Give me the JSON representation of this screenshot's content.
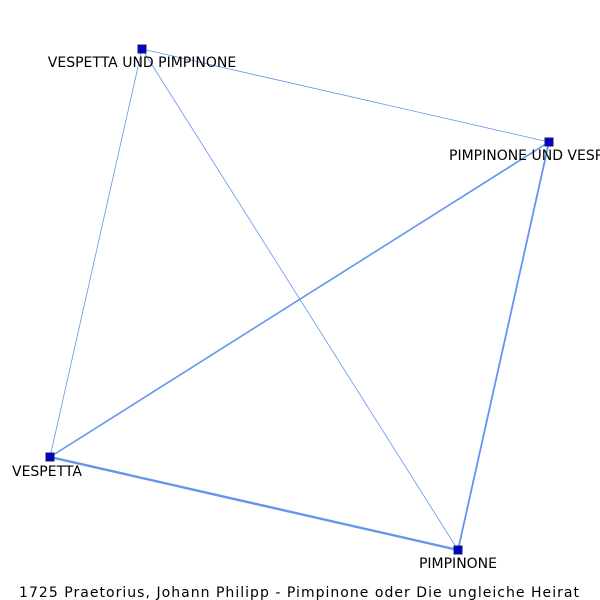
{
  "graph": {
    "nodes": [
      {
        "id": "vup",
        "label": "VESPETTA UND PIMPINONE"
      },
      {
        "id": "puv",
        "label": "PIMPINONE UND VESPETTA"
      },
      {
        "id": "v",
        "label": "VESPETTA"
      },
      {
        "id": "p",
        "label": "PIMPINONE"
      }
    ],
    "edges": [
      {
        "source": "vup",
        "target": "puv"
      },
      {
        "source": "vup",
        "target": "v"
      },
      {
        "source": "vup",
        "target": "p"
      },
      {
        "source": "puv",
        "target": "v"
      },
      {
        "source": "puv",
        "target": "p"
      },
      {
        "source": "v",
        "target": "p"
      }
    ]
  },
  "caption": "1725 Praetorius, Johann Philipp - Pimpinone oder Die ungleiche Heirat",
  "colors": {
    "edge": "#6495ed",
    "node": "#0000cc",
    "text": "#000000"
  }
}
